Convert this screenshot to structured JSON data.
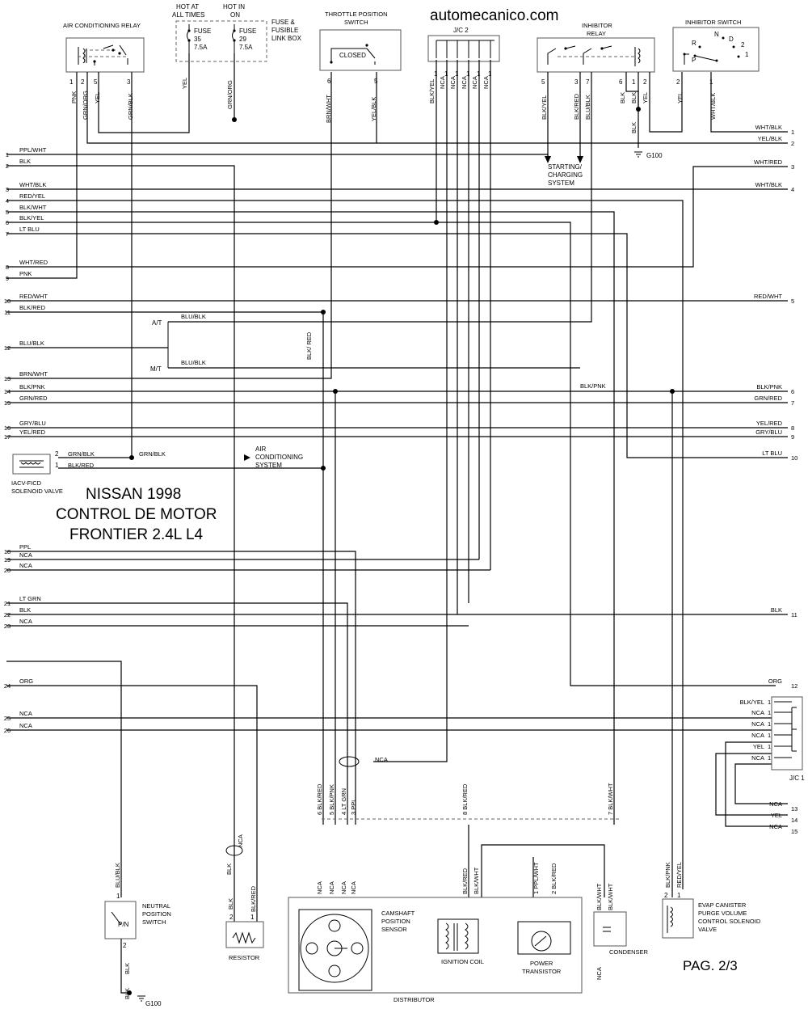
{
  "site": "automecanico.com",
  "title_lines": [
    "NISSAN 1998",
    "CONTROL DE MOTOR",
    "FRONTIER 2.4L L4"
  ],
  "page": "PAG. 2/3",
  "components": {
    "ac_relay": "AIR CONDITIONING RELAY",
    "fuse_box_left_header": "HOT AT ALL TIMES",
    "fuse_box_right_header": "HOT IN ON",
    "fuse_left": "FUSE 35 7.5A",
    "fuse_right": "FUSE 29 7.5A",
    "fuse_box": "FUSE & FUSIBLE LINK BOX",
    "tps": "THROTTLE POSITION SWITCH",
    "tps_state": "CLOSED",
    "jc2": "J/C 2",
    "inhibitor_relay": "INHIBITOR RELAY",
    "inhibitor_switch": "INHIBITOR SWITCH",
    "inhibitor_positions": [
      "N",
      "R",
      "D",
      "2",
      "1",
      "P"
    ],
    "starting": "STARTING/ CHARGING SYSTEM",
    "g100_top": "G100",
    "iacv": "IACV-FICD SOLENOID VALVE",
    "ac_system": "AIR CONDITIONING SYSTEM",
    "at": "A/T",
    "mt": "M/T",
    "jc1": "J/C 1",
    "camshaft": "CAMSHAFT POSITION SENSOR",
    "ignition_coil": "IGNITION COIL",
    "power_transistor": "POWER TRANSISTOR",
    "distributor": "DISTRIBUTOR",
    "condenser": "CONDENSER",
    "neutral_switch": "NEUTRAL POSITION SWITCH",
    "pn": "P/N",
    "resistor": "RESISTOR",
    "evap": "EVAP CANISTER PURGE VOLUME CONTROL SOLENOID VALVE",
    "g100_bottom": "G100"
  },
  "left_pins": [
    {
      "n": "1",
      "label": "PPL/WHT"
    },
    {
      "n": "2",
      "label": "BLK"
    },
    {
      "n": "3",
      "label": "WHT/BLK"
    },
    {
      "n": "4",
      "label": "RED/YEL"
    },
    {
      "n": "5",
      "label": "BLK/WHT"
    },
    {
      "n": "6",
      "label": "BLK/YEL"
    },
    {
      "n": "7",
      "label": "LT BLU"
    },
    {
      "n": "8",
      "label": "WHT/RED"
    },
    {
      "n": "9",
      "label": "PNK"
    },
    {
      "n": "10",
      "label": "RED/WHT"
    },
    {
      "n": "11",
      "label": "BLK/RED"
    },
    {
      "n": "12",
      "label": "BLU/BLK"
    },
    {
      "n": "13",
      "label": "BRN/WHT"
    },
    {
      "n": "14",
      "label": "BLK/PNK"
    },
    {
      "n": "15",
      "label": "GRN/RED"
    },
    {
      "n": "16",
      "label": "GRY/BLU"
    },
    {
      "n": "17",
      "label": "YEL/RED"
    },
    {
      "n": "18",
      "label": "PPL"
    },
    {
      "n": "19",
      "label": "NCA"
    },
    {
      "n": "20",
      "label": "NCA"
    },
    {
      "n": "21",
      "label": "LT GRN"
    },
    {
      "n": "22",
      "label": "BLK"
    },
    {
      "n": "23",
      "label": "NCA"
    },
    {
      "n": "24",
      "label": "ORG"
    },
    {
      "n": "25",
      "label": "NCA"
    },
    {
      "n": "26",
      "label": "NCA"
    }
  ],
  "right_pins": [
    {
      "n": "1",
      "label": "WHT/BLK"
    },
    {
      "n": "2",
      "label": "YEL/BLK"
    },
    {
      "n": "3",
      "label": "WHT/RED"
    },
    {
      "n": "4",
      "label": "WHT/BLK"
    },
    {
      "n": "5",
      "label": "RED/WHT"
    },
    {
      "n": "6",
      "label": "BLK/PNK"
    },
    {
      "n": "7",
      "label": "GRN/RED"
    },
    {
      "n": "8",
      "label": "YEL/RED"
    },
    {
      "n": "9",
      "label": "GRY/BLU"
    },
    {
      "n": "10",
      "label": "LT BLU"
    },
    {
      "n": "11",
      "label": "BLK"
    },
    {
      "n": "12",
      "label": "ORG"
    },
    {
      "n": "13",
      "label": "NCA"
    },
    {
      "n": "14",
      "label": "YEL"
    },
    {
      "n": "15",
      "label": "NCA"
    }
  ],
  "wire_labels": {
    "ac_relay_pins": [
      "1",
      "2",
      "5",
      "3"
    ],
    "ac_relay_wires": [
      "PNK",
      "GRN/ORG",
      "YEL",
      "GRN/BLK"
    ],
    "fuse_out_left": "YEL",
    "fuse_out_right": "GRN/ORG",
    "tps_pins": [
      "6",
      "5"
    ],
    "tps_wires": [
      "BRN/WHT",
      "YEL/BLK"
    ],
    "jc2_pins": [
      "1",
      "1",
      "1",
      "1",
      "1",
      "1"
    ],
    "jc2_wires": [
      "BLK/YEL",
      "NCA",
      "NCA",
      "NCA",
      "NCA",
      "NCA"
    ],
    "inh_relay_pins": [
      "5",
      "3",
      "7",
      "6",
      "1",
      "2"
    ],
    "inh_relay_wires": [
      "BLK/YEL",
      "BLK/RED",
      "BLU/BLK",
      "BLK",
      "BLK",
      "YEL"
    ],
    "inh_relay_ground": "BLK",
    "inh_switch_pins": [
      "2",
      "1"
    ],
    "inh_switch_wires": [
      "YEL",
      "WHT/BLK"
    ],
    "blu_blk_at": "BLU/BLK",
    "blu_blk_mt": "BLU/BLK",
    "blk_red_vert": "BLK/ RED",
    "blk_pnk_mid": "BLK/PNK",
    "iacv_pins": [
      "2",
      "1"
    ],
    "iacv_wires": [
      "GRN/BLK",
      "BLK/RED"
    ],
    "iacv_mid": "GRN/BLK",
    "nca_loop": "NCA",
    "dist_pins": [
      "6",
      "5",
      "4",
      "3"
    ],
    "dist_wires": [
      "BLK/RED",
      "BLK/PNK",
      "LT GRN",
      "PPL"
    ],
    "pin8": "8",
    "pin8_wire": "BLK/RED",
    "pin7": "7",
    "pin7_wire": "BLK/WHT",
    "dist_inner": [
      "NCA",
      "NCA",
      "NCA",
      "NCA"
    ],
    "coil_wires": [
      "BLK/RED",
      "BLK/WHT"
    ],
    "pt_pins": [
      "1",
      "2"
    ],
    "pt_wires": [
      "PPL/WHT",
      "BLK/RED"
    ],
    "cond_wires": [
      "BLK/WHT",
      "BLK/WHT"
    ],
    "cond_nca": "NCA",
    "neutral_pins": [
      "1",
      "2"
    ],
    "neutral_wires": [
      "BLU/BLK",
      "BLK",
      "BLK"
    ],
    "resistor_pins": [
      "2",
      "1"
    ],
    "resistor_wires": [
      "BLK",
      "BLK/RED"
    ],
    "resistor_top": [
      "BLK",
      "NCA"
    ],
    "evap_pins": [
      "2",
      "1"
    ],
    "evap_wires": [
      "BLK/PNK",
      "RED/YEL"
    ],
    "jc1_rows": [
      "BLK/YEL",
      "NCA",
      "NCA",
      "NCA",
      "YEL",
      "NCA"
    ],
    "jc1_pin": "1"
  }
}
